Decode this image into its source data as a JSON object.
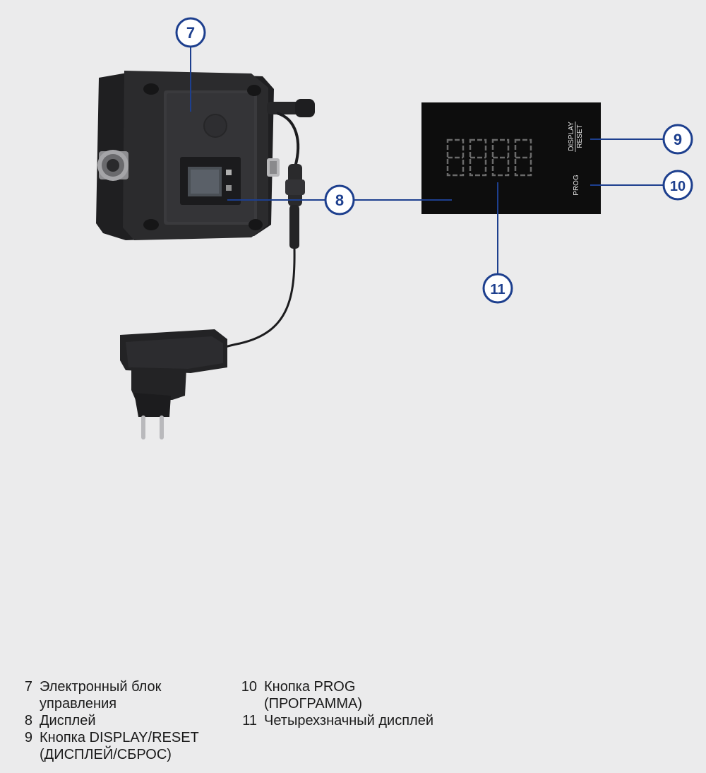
{
  "callouts": {
    "c7": "7",
    "c8": "8",
    "c9": "9",
    "c10": "10",
    "c11": "11"
  },
  "panel": {
    "display_label": "DISPLAY",
    "reset_label": "RESET",
    "prog_label": "PROG",
    "digits": "8888"
  },
  "legend": {
    "left": [
      {
        "num": "7",
        "text": "Электронный блок\nуправления"
      },
      {
        "num": "8",
        "text": "Дисплей"
      },
      {
        "num": "9",
        "text": "Кнопка DISPLAY/RESET\n(ДИСПЛЕЙ/СБРОС)"
      }
    ],
    "right": [
      {
        "num": "10",
        "text": "Кнопка PROG\n(ПРОГРАММА)"
      },
      {
        "num": "11",
        "text": "Четырехзначный дисплей"
      }
    ]
  },
  "colors": {
    "background": "#ebebec",
    "callout_blue": "#1d3f8e",
    "device_body": "#2a2a2c",
    "panel_bg": "#0d0d0d",
    "segment": "#6a6a6a"
  }
}
